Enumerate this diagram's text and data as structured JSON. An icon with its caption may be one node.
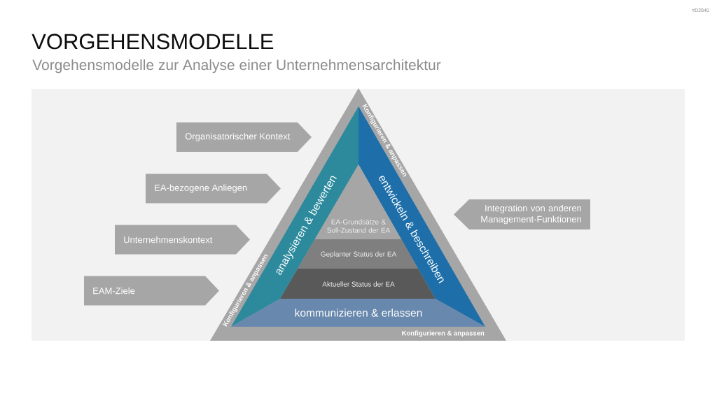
{
  "diagram": {
    "title": "VORGEHENSMODELLE",
    "nodes": [
      {
        "text": [
          "Organisatorischer Kontext"
        ]
      },
      {
        "text": [
          "EA-bezogene Anliegen"
        ]
      },
      {
        "text": [
          "Unternehmenskontext"
        ]
      },
      {
        "text": [
          "EAM-Ziele"
        ]
      },
      {
        "text": [
          "Konfigurieren & anpassen",
          "Konfigurieren & anpassen",
          "Konfigurieren & anpassen"
        ]
      },
      {
        "text": [
          "analysieren & bewerten"
        ],
        "in": 4
      },
      {
        "text": [
          "entwickeln & beschreiben"
        ],
        "in": 4
      },
      {
        "text": [
          "EA-Grundsätze & Soll-Zustand der EA"
        ],
        "in": 4
      },
      {
        "text": [
          "Geplanter Status der EA"
        ],
        "in": 4
      },
      {
        "text": [
          "Aktueller Status der EA"
        ],
        "in": 4
      },
      {
        "text": [
          "kommunizieren & erlassen"
        ],
        "in": 4
      },
      {
        "text": [
          "Integration von anderen Management-Funktionen"
        ]
      }
    ],
    "labels": [
      "#D2840",
      "Vorgehensmodelle zur Analyse einer Unternehmensarchitektur"
    ]
  }
}
